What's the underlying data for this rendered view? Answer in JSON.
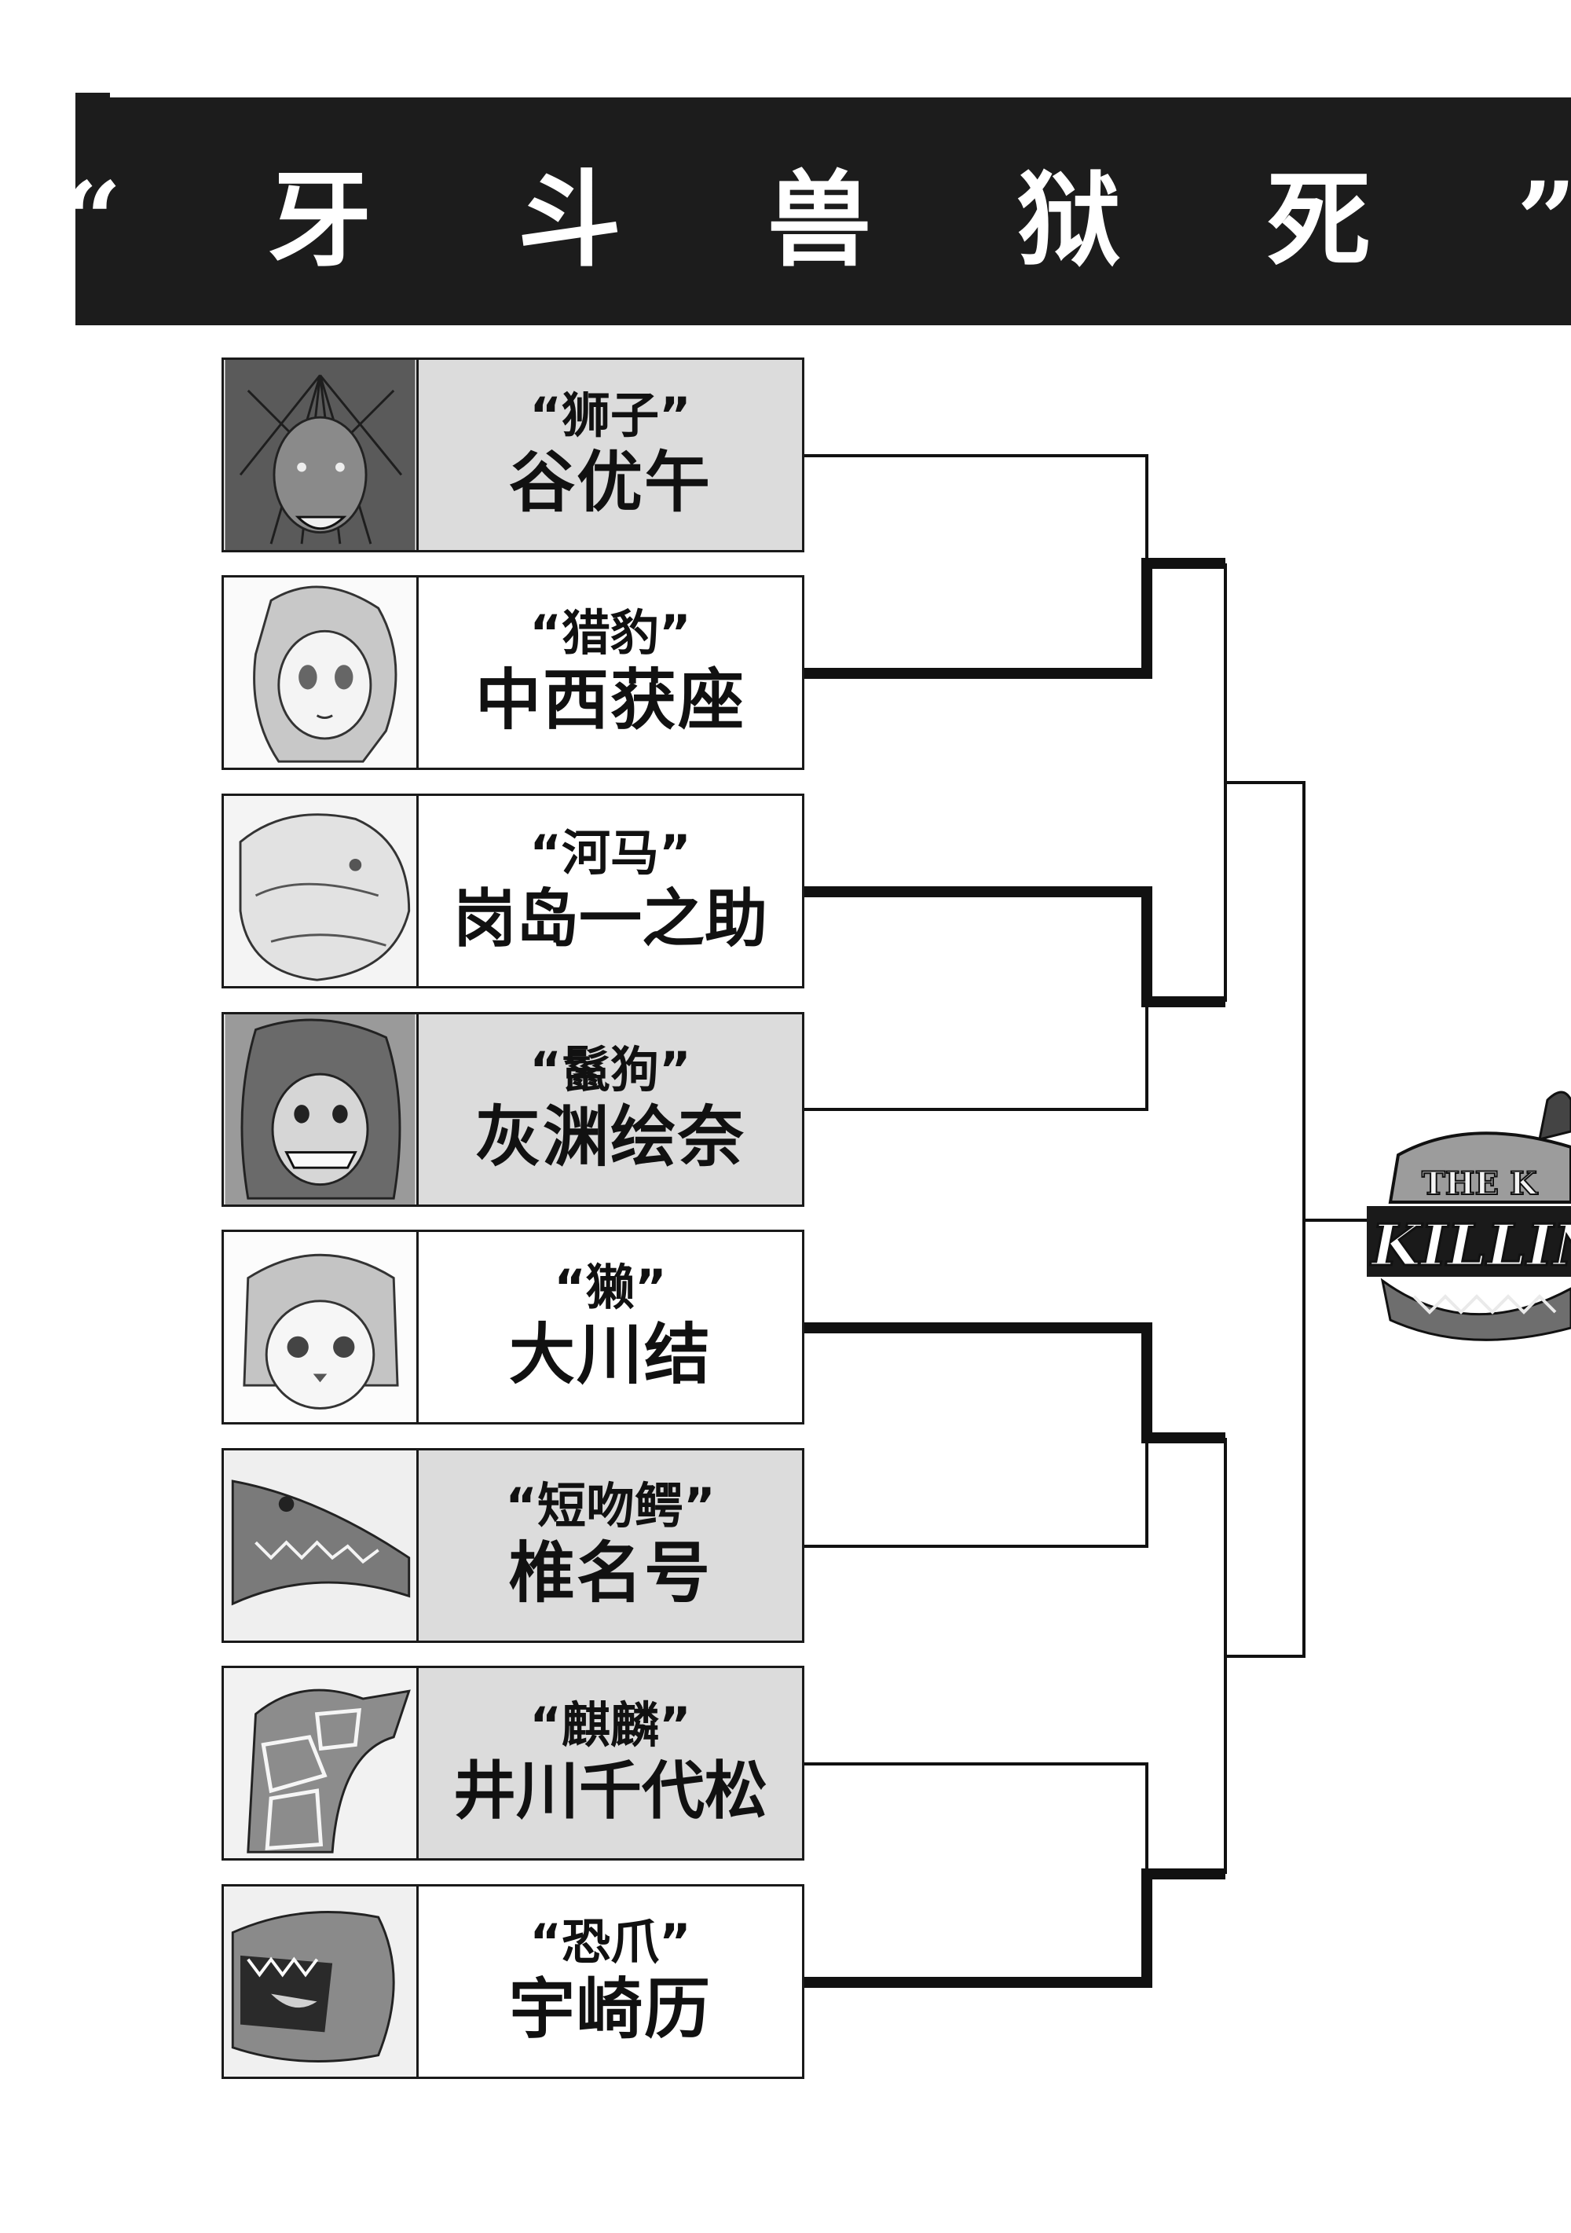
{
  "header": {
    "title": "“ 牙 斗 兽 狱 死 ”"
  },
  "fighters": [
    {
      "nickname": "“狮子”",
      "name": "谷优午"
    },
    {
      "nickname": "“猎豹”",
      "name": "中西获座"
    },
    {
      "nickname": "“河马”",
      "name": "岗岛一之助"
    },
    {
      "nickname": "“鬣狗”",
      "name": "灰渊绘奈"
    },
    {
      "nickname": "“獭”",
      "name": "大川结"
    },
    {
      "nickname": "“短吻鳄”",
      "name": "椎名号"
    },
    {
      "nickname": "“麒麟”",
      "name": "井川千代松"
    },
    {
      "nickname": "“恐爪”",
      "name": "宇崎历"
    }
  ],
  "logo": {
    "line1": "THE K",
    "line2": "KILLING"
  },
  "colors": {
    "title_bar": "#1c1c1c",
    "panel_shaded": "#dcdcdc",
    "line": "#111111"
  }
}
